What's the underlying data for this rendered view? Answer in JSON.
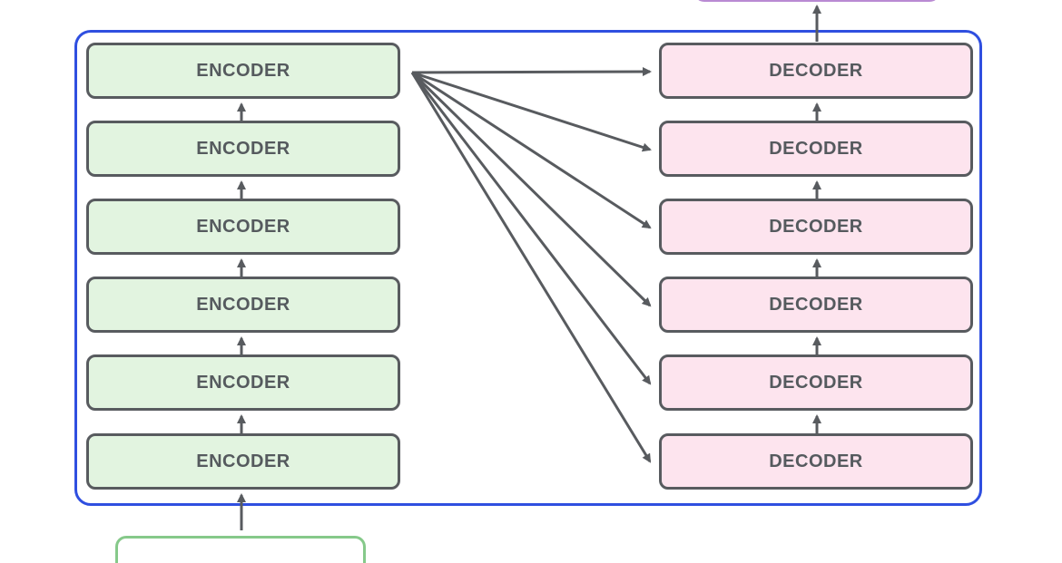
{
  "encoders": [
    {
      "label": "ENCODER"
    },
    {
      "label": "ENCODER"
    },
    {
      "label": "ENCODER"
    },
    {
      "label": "ENCODER"
    },
    {
      "label": "ENCODER"
    },
    {
      "label": "ENCODER"
    }
  ],
  "decoders": [
    {
      "label": "DECODER"
    },
    {
      "label": "DECODER"
    },
    {
      "label": "DECODER"
    },
    {
      "label": "DECODER"
    },
    {
      "label": "DECODER"
    },
    {
      "label": "DECODER"
    }
  ],
  "colors": {
    "frame": "#2f4fe0",
    "encoder_fill": "#e2f4e0",
    "decoder_fill": "#fde4ee",
    "block_border": "#585b5f",
    "arrow": "#585b5f",
    "input_stub_border": "#86c98a",
    "output_stub_border": "#b98ad3"
  }
}
